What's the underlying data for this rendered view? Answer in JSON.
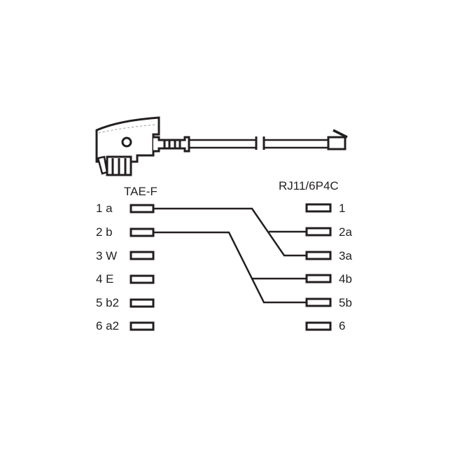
{
  "diagram": {
    "type": "wiring",
    "colors": {
      "stroke": "#231f20",
      "background": "#ffffff"
    },
    "left_connector": {
      "title": "TAE-F",
      "pins": [
        {
          "label": "1 a"
        },
        {
          "label": "2 b"
        },
        {
          "label": "3 W"
        },
        {
          "label": "4 E"
        },
        {
          "label": "5 b2"
        },
        {
          "label": "6 a2"
        }
      ]
    },
    "right_connector": {
      "title": "RJ11/6P4C",
      "pins": [
        {
          "label": "1"
        },
        {
          "label": "2a"
        },
        {
          "label": "3a"
        },
        {
          "label": "4b"
        },
        {
          "label": "5b"
        },
        {
          "label": "6"
        }
      ]
    },
    "connections": [
      {
        "from": "1 a",
        "to": [
          "2a",
          "3a"
        ]
      },
      {
        "from": "2 b",
        "to": [
          "4b",
          "5b"
        ]
      }
    ]
  }
}
